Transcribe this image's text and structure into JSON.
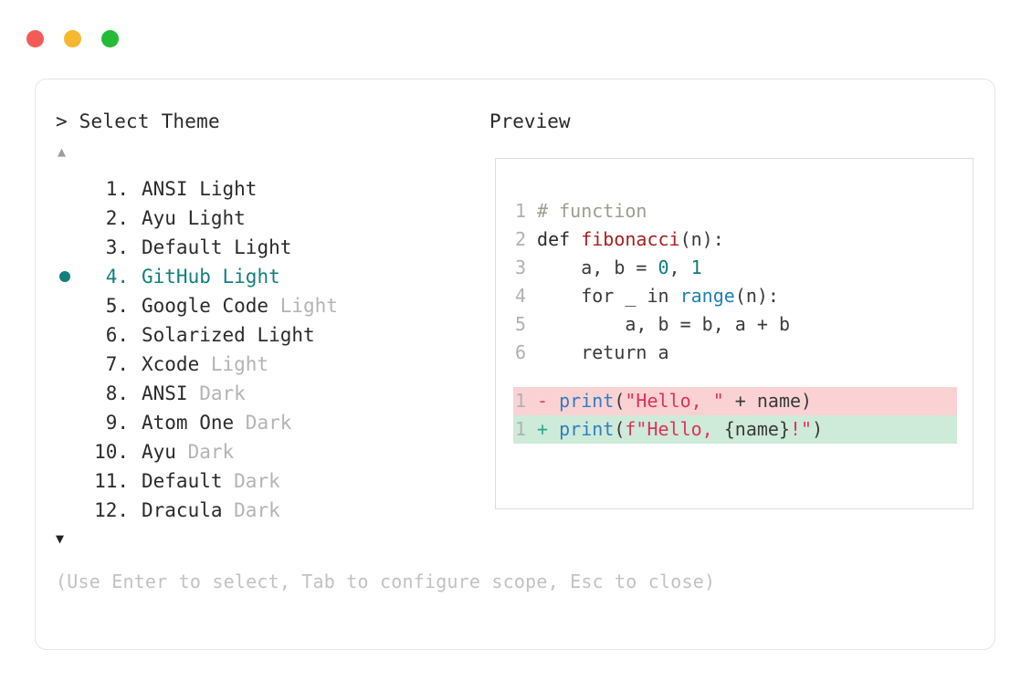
{
  "titlebar": {
    "dots": [
      {
        "name": "close-dot",
        "color": "#f45b56"
      },
      {
        "name": "minimize-dot",
        "color": "#f5b82e"
      },
      {
        "name": "maximize-dot",
        "color": "#24bb36"
      }
    ]
  },
  "left": {
    "prompt": "> Select Theme",
    "scroll_up_icon": "▲",
    "scroll_down_icon": "▼",
    "selected_index": 4,
    "selected_color": "#12807b",
    "themes": [
      {
        "num": "1.",
        "name": "ANSI",
        "variant": "Light",
        "variant_muted": false
      },
      {
        "num": "2.",
        "name": "Ayu",
        "variant": "Light",
        "variant_muted": false
      },
      {
        "num": "3.",
        "name": "Default",
        "variant": "Light",
        "variant_muted": false
      },
      {
        "num": "4.",
        "name": "GitHub",
        "variant": "Light",
        "variant_muted": false
      },
      {
        "num": "5.",
        "name": "Google Code",
        "variant": "Light",
        "variant_muted": true
      },
      {
        "num": "6.",
        "name": "Solarized",
        "variant": "Light",
        "variant_muted": false
      },
      {
        "num": "7.",
        "name": "Xcode",
        "variant": "Light",
        "variant_muted": true
      },
      {
        "num": "8.",
        "name": "ANSI",
        "variant": "Dark",
        "variant_muted": true
      },
      {
        "num": "9.",
        "name": "Atom One",
        "variant": "Dark",
        "variant_muted": true
      },
      {
        "num": "10.",
        "name": "Ayu",
        "variant": "Dark",
        "variant_muted": true
      },
      {
        "num": "11.",
        "name": "Default",
        "variant": "Dark",
        "variant_muted": true
      },
      {
        "num": "12.",
        "name": "Dracula",
        "variant": "Dark",
        "variant_muted": true
      }
    ],
    "hint": "(Use Enter to select, Tab to configure scope, Esc to close)"
  },
  "right": {
    "label": "Preview",
    "code_lines": [
      {
        "ln": "1",
        "tokens": [
          {
            "t": "# function",
            "c": "comment"
          }
        ]
      },
      {
        "ln": "2",
        "tokens": [
          {
            "t": "def ",
            "c": "keyword"
          },
          {
            "t": "fibonacci",
            "c": "func"
          },
          {
            "t": "(n):",
            "c": "plain"
          }
        ]
      },
      {
        "ln": "3",
        "tokens": [
          {
            "t": "    a, b = ",
            "c": "plain"
          },
          {
            "t": "0",
            "c": "number"
          },
          {
            "t": ", ",
            "c": "plain"
          },
          {
            "t": "1",
            "c": "number"
          }
        ]
      },
      {
        "ln": "4",
        "tokens": [
          {
            "t": "    for _ in ",
            "c": "plain"
          },
          {
            "t": "range",
            "c": "builtin"
          },
          {
            "t": "(n):",
            "c": "plain"
          }
        ]
      },
      {
        "ln": "5",
        "tokens": [
          {
            "t": "        a, b = b, a + b",
            "c": "plain"
          }
        ]
      },
      {
        "ln": "6",
        "tokens": [
          {
            "t": "    return a",
            "c": "plain"
          }
        ]
      }
    ],
    "diff_lines": [
      {
        "ln": "1",
        "kind": "del",
        "mark": "-",
        "bg": "#fbd2d4",
        "tokens": [
          {
            "t": "print",
            "c": "print"
          },
          {
            "t": "(",
            "c": "plain"
          },
          {
            "t": "\"Hello, \"",
            "c": "string"
          },
          {
            "t": " + name)",
            "c": "plain"
          }
        ]
      },
      {
        "ln": "1",
        "kind": "add",
        "mark": "+",
        "bg": "#ceead9",
        "tokens": [
          {
            "t": "print",
            "c": "print"
          },
          {
            "t": "(",
            "c": "plain"
          },
          {
            "t": "f\"Hello, ",
            "c": "string"
          },
          {
            "t": "{name}",
            "c": "plain"
          },
          {
            "t": "!\"",
            "c": "string"
          },
          {
            "t": ")",
            "c": "plain"
          }
        ]
      }
    ]
  }
}
